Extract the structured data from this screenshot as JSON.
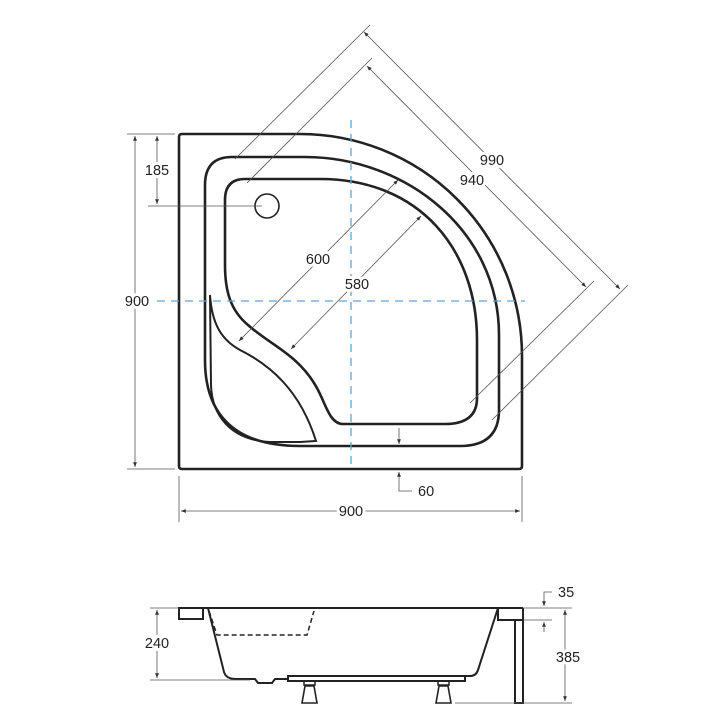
{
  "top_view": {
    "overall_height": "900",
    "drain_offset": "185",
    "overall_width": "900",
    "rim_width": "60",
    "diagonal_outer": "990",
    "diagonal_rim": "940",
    "seat_diagonal": "600",
    "basin_diagonal": "580"
  },
  "side_view": {
    "depth": "240",
    "total_height": "385",
    "rim_thickness": "35"
  },
  "colors": {
    "outline": "#222222",
    "center_lines": "#5aa6d6"
  }
}
